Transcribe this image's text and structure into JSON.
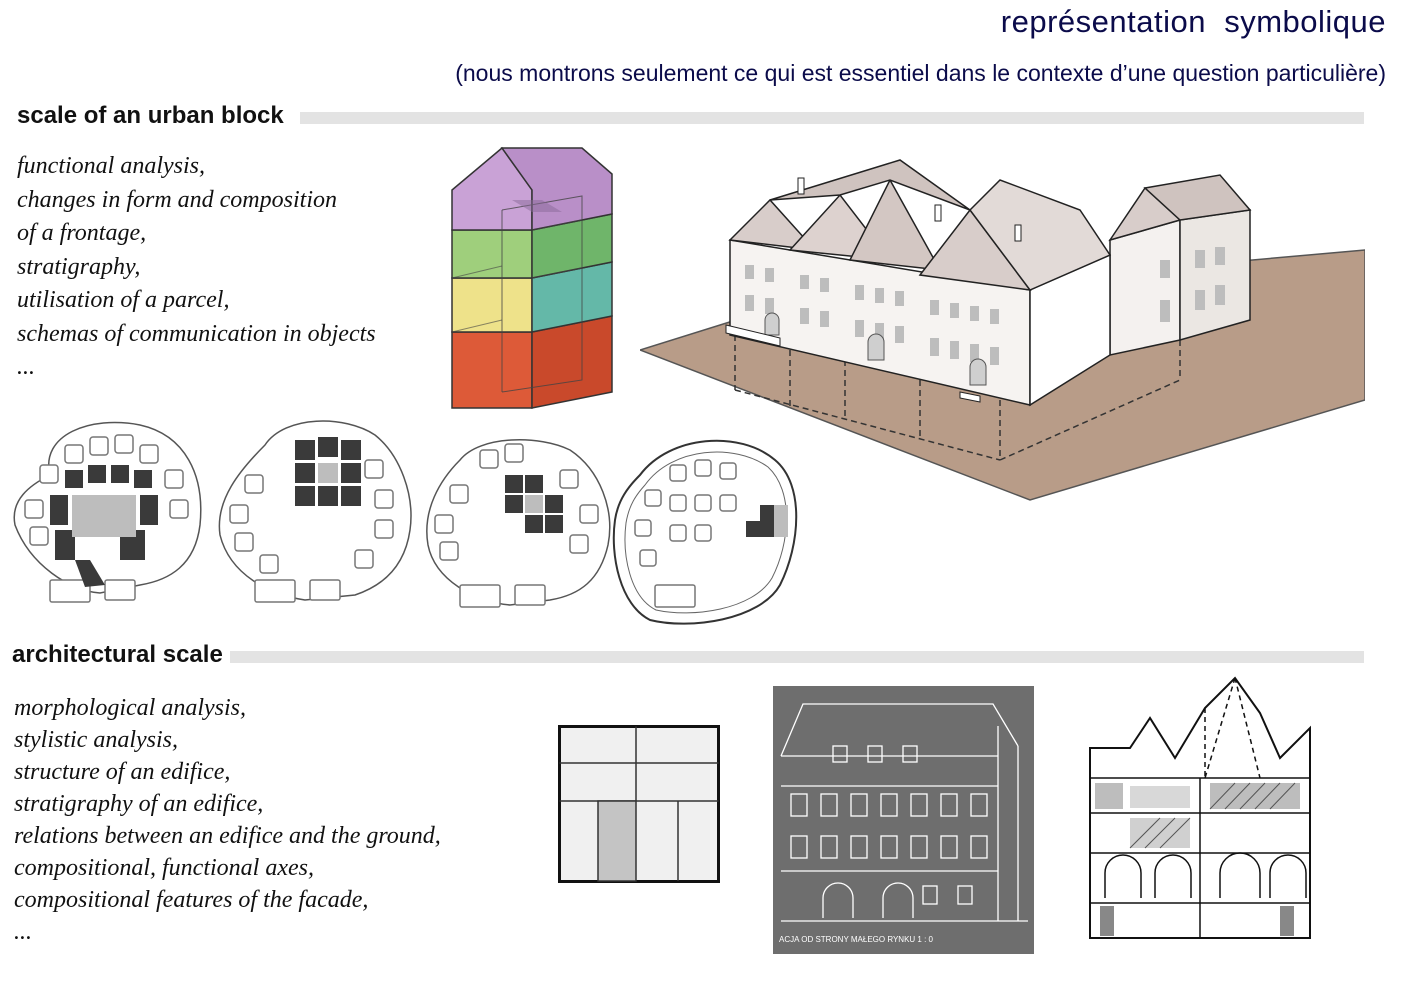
{
  "header": {
    "title": "représentation  symbolique",
    "subtitle": "(nous montrons seulement ce qui est essentiel dans le contexte d’une question particulière)"
  },
  "sections": {
    "urban": {
      "label": "scale of an urban block",
      "items": [
        "functional analysis,",
        "changes in  form and composition",
        "of a frontage,",
        "stratigraphy,",
        "utilisation of a parcel,",
        "schemas of communication in objects",
        "..."
      ]
    },
    "architectural": {
      "label": "architectural scale",
      "items": [
        "morphological analysis,",
        "stylistic analysis,",
        "structure of an edifice,",
        "stratigraphy of an edifice,",
        "relations between an edifice and the ground,",
        "compositional, functional axes,",
        "compositional features of the facade,",
        "..."
      ]
    }
  },
  "figures": {
    "elevation_caption": "ACJA  OD STRONY  MAŁEGO RYNKU  1 : 0"
  },
  "colors": {
    "title": "#0b0b4a",
    "section_bar": "#e3e3e3",
    "ground": "#b89c88",
    "roof": "#d8cdca",
    "stack_top": "#c9a2d6",
    "stack_green": "#9fcf7c",
    "stack_teal": "#64b8a8",
    "stack_yellow": "#eee28a",
    "stack_red": "#dd5a38",
    "plan_dark": "#3a3a3a",
    "plan_mid": "#bdbdbd",
    "elevation_bg": "#6e6e6e"
  }
}
